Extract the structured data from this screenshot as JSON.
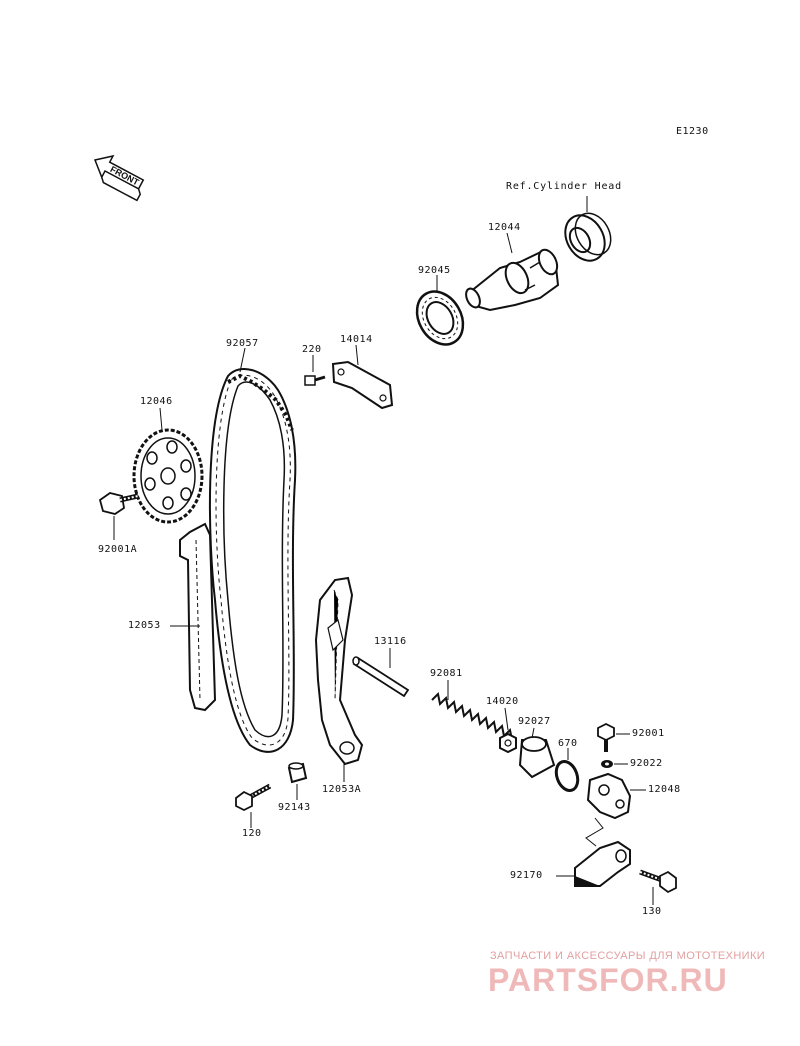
{
  "diagram_code": "E1230",
  "front_label": "FRONT",
  "ref_label": "Ref.Cylinder Head",
  "parts": [
    {
      "no": "12044"
    },
    {
      "no": "92045"
    },
    {
      "no": "92057"
    },
    {
      "no": "220"
    },
    {
      "no": "14014"
    },
    {
      "no": "12046"
    },
    {
      "no": "92001A"
    },
    {
      "no": "12053"
    },
    {
      "no": "13116"
    },
    {
      "no": "92081"
    },
    {
      "no": "14020"
    },
    {
      "no": "92027"
    },
    {
      "no": "670"
    },
    {
      "no": "92001"
    },
    {
      "no": "92022"
    },
    {
      "no": "12048"
    },
    {
      "no": "12053A"
    },
    {
      "no": "92143"
    },
    {
      "no": "120"
    },
    {
      "no": "92170"
    },
    {
      "no": "130"
    }
  ],
  "watermark": {
    "top": "ЗАПЧАСТИ И АКСЕССУАРЫ ДЛЯ МОТОТЕХНИКИ",
    "main": "PARTSFOR.RU"
  }
}
